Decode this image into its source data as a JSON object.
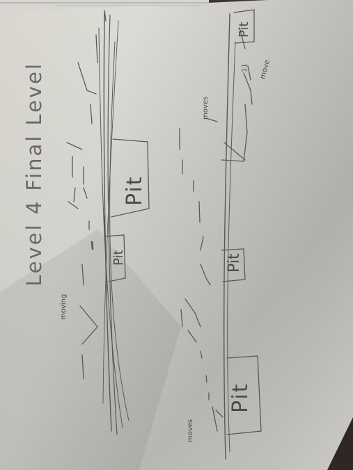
{
  "sketch": {
    "title": "Level 4 Final Level",
    "pit_labels": [
      "Pit",
      "Pit",
      "Pit",
      "Pit",
      "Pit"
    ],
    "annotations": {
      "moving": "moving",
      "moves_left": "moves",
      "moves_top": "moves",
      "move": "move",
      "marks": "11"
    }
  }
}
